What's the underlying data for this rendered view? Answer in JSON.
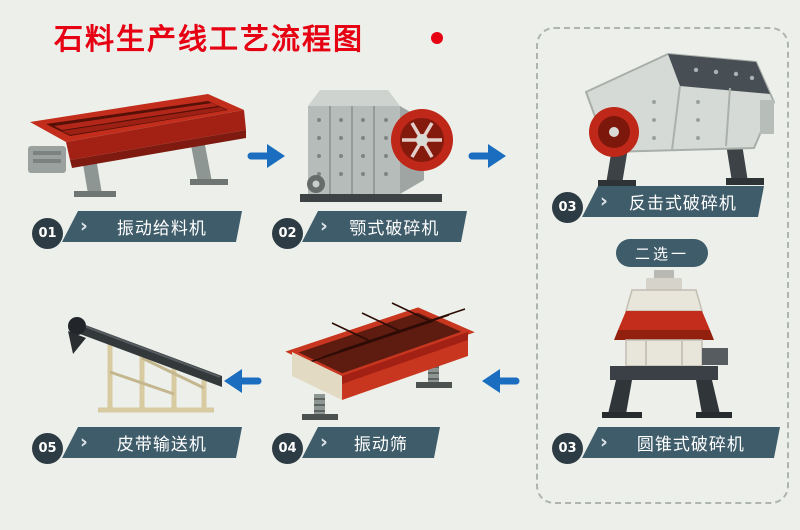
{
  "title": "石料生产线工艺流程图",
  "badge": {
    "choose_one": "二选一"
  },
  "steps": {
    "feeder": {
      "num": "01",
      "label": "振动给料机"
    },
    "jaw": {
      "num": "02",
      "label": "颚式破碎机"
    },
    "impact": {
      "num": "03",
      "label": "反击式破碎机"
    },
    "cone": {
      "num": "03",
      "label": "圆锥式破碎机"
    },
    "screen": {
      "num": "04",
      "label": "振动筛"
    },
    "belt": {
      "num": "05",
      "label": "皮带输送机"
    }
  },
  "flow": {
    "top_row_direction": "right",
    "bottom_row_direction": "left"
  },
  "colors": {
    "background": "#edf0ea",
    "title_red": "#e60113",
    "arrow_blue": "#1a6dbf",
    "banner_dark": "#3f5c6a",
    "number_circle": "#2d3b44",
    "machine_red": "#c22d1c"
  }
}
